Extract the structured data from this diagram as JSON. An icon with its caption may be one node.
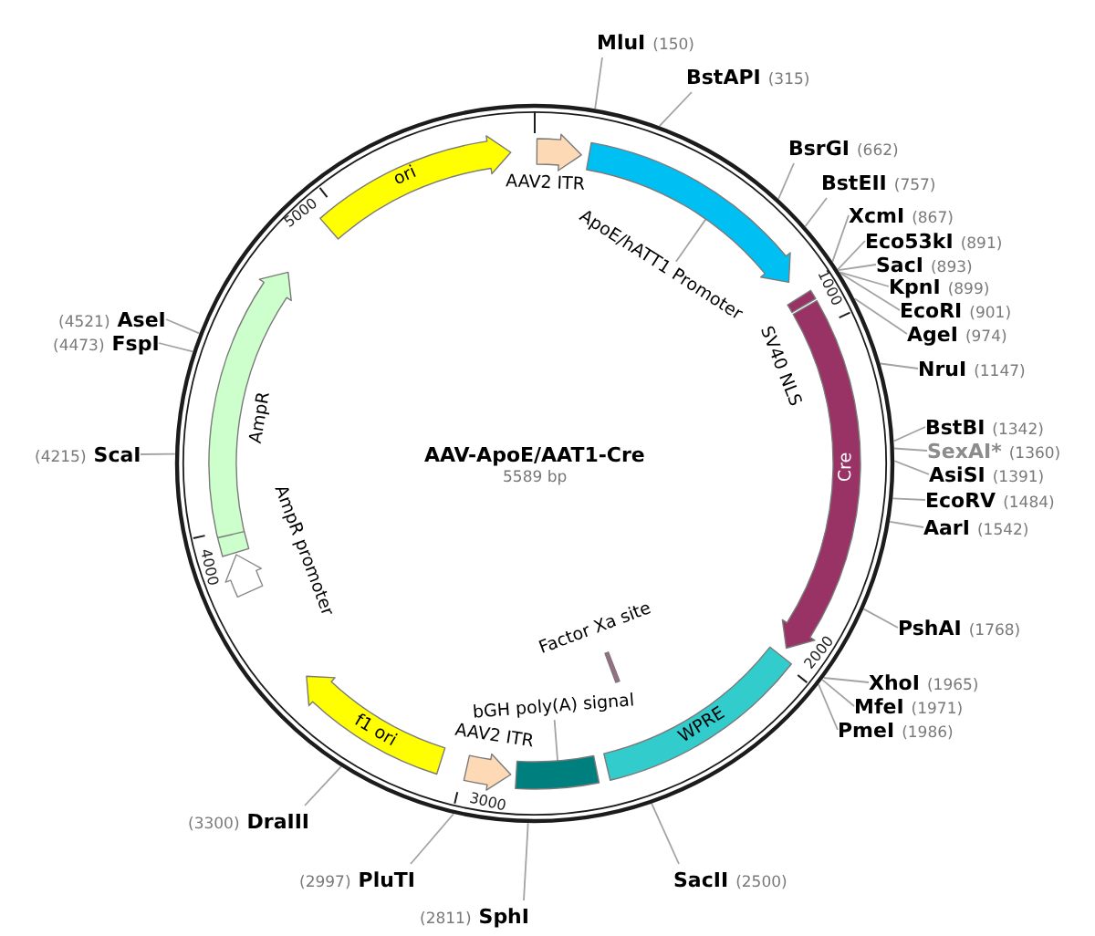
{
  "diagram": {
    "title": "AAV-ApoE/AAT1-Cre",
    "nodes": [
      {
        "text": [],
        "shape": "circle"
      },
      {
        "text": [
          "AAV2 ITR"
        ],
        "in": 0
      },
      {
        "text": [
          "ApoE/hATT1 Promoter"
        ],
        "in": 0
      },
      {
        "text": [],
        "shape": "arrow",
        "in": 0
      },
      {
        "text": [
          "SV40 NLS"
        ],
        "in": 0
      },
      {
        "text": [
          "Cre"
        ],
        "in": 0
      },
      {
        "text": [
          "Factor Xa site"
        ],
        "in": 0
      },
      {
        "text": [
          "WPRE"
        ],
        "in": 0
      },
      {
        "text": [
          "bGH poly(A) signal"
        ],
        "in": 0
      },
      {
        "text": [],
        "shape": "box",
        "in": 0
      },
      {
        "text": [
          "AAV2 ITR"
        ],
        "in": 0
      },
      {
        "text": [
          "f1 ori"
        ],
        "in": 0
      },
      {
        "text": [
          "AmpR promoter"
        ],
        "in": 0
      },
      {
        "text": [
          "AmpR"
        ],
        "in": 0
      },
      {
        "text": [
          "ori"
        ],
        "in": 0
      },
      {
        "text": [
          "MluI",
          "(150)"
        ]
      },
      {
        "text": [
          "BstAPI",
          "(315)"
        ]
      },
      {
        "text": [
          "BsrGI",
          "(662)"
        ]
      },
      {
        "text": [
          "BstEII",
          "(757)"
        ]
      },
      {
        "text": [
          "XcmI",
          "(867)"
        ]
      },
      {
        "text": [
          "Eco53kI",
          "(891)"
        ]
      },
      {
        "text": [
          "SacI",
          "(893)"
        ]
      },
      {
        "text": [
          "KpnI",
          "(899)"
        ]
      },
      {
        "text": [
          "EcoRI",
          "(901)"
        ]
      },
      {
        "text": [
          "AgeI",
          "(974)"
        ]
      },
      {
        "text": [
          "NruI",
          "(1147)"
        ]
      },
      {
        "text": [
          "BstBI",
          "(1342)"
        ]
      },
      {
        "text": [
          "SexAI*",
          "(1360)"
        ]
      },
      {
        "text": [
          "AsiSI",
          "(1391)"
        ]
      },
      {
        "text": [
          "EcoRV",
          "(1484)"
        ]
      },
      {
        "text": [
          "AarI",
          "(1542)"
        ]
      },
      {
        "text": [
          "PshAI",
          "(1768)"
        ]
      },
      {
        "text": [
          "XhoI",
          "(1965)"
        ]
      },
      {
        "text": [
          "MfeI",
          "(1971)"
        ]
      },
      {
        "text": [
          "PmeI",
          "(1986)"
        ]
      },
      {
        "text": [
          "SacII",
          "(2500)"
        ]
      },
      {
        "text": [
          "(2811)",
          "SphI"
        ]
      },
      {
        "text": [
          "(2997)",
          "PluTI"
        ]
      },
      {
        "text": [
          "(3300)",
          "DraIII"
        ]
      },
      {
        "text": [
          "(4215)",
          "ScaI"
        ]
      },
      {
        "text": [
          "(4473)",
          "FspI"
        ]
      },
      {
        "text": [
          "(4521)",
          "AseI"
        ]
      }
    ],
    "edges": [
      {
        "from": 2,
        "to": 3,
        "arrow": "none"
      },
      {
        "from": 8,
        "to": 9,
        "arrow": "none"
      },
      {
        "from": 15,
        "to": 0,
        "arrow": "none"
      },
      {
        "from": 16,
        "to": 0,
        "arrow": "none"
      },
      {
        "from": 17,
        "to": 0,
        "arrow": "none"
      },
      {
        "from": 18,
        "to": 0,
        "arrow": "none"
      },
      {
        "from": 19,
        "to": 0,
        "arrow": "none"
      },
      {
        "from": 20,
        "to": 0,
        "arrow": "none"
      },
      {
        "from": 21,
        "to": 0,
        "arrow": "none"
      },
      {
        "from": 22,
        "to": 0,
        "arrow": "none"
      },
      {
        "from": 23,
        "to": 0,
        "arrow": "none"
      },
      {
        "from": 24,
        "to": 0,
        "arrow": "none"
      },
      {
        "from": 25,
        "to": 0,
        "arrow": "none"
      },
      {
        "from": 26,
        "to": 0,
        "arrow": "none"
      },
      {
        "from": 27,
        "to": 0,
        "arrow": "none"
      },
      {
        "from": 28,
        "to": 0,
        "arrow": "none"
      },
      {
        "from": 29,
        "to": 0,
        "arrow": "none"
      },
      {
        "from": 30,
        "to": 0,
        "arrow": "none"
      },
      {
        "from": 31,
        "to": 0,
        "arrow": "none"
      },
      {
        "from": 32,
        "to": 0,
        "arrow": "none"
      },
      {
        "from": 33,
        "to": 0,
        "arrow": "none"
      },
      {
        "from": 34,
        "to": 0,
        "arrow": "none"
      },
      {
        "from": 35,
        "to": 0,
        "arrow": "none"
      },
      {
        "from": 36,
        "to": 0,
        "arrow": "none"
      },
      {
        "from": 37,
        "to": 0,
        "arrow": "none"
      },
      {
        "from": 38,
        "to": 0,
        "arrow": "none"
      },
      {
        "from": 39,
        "to": 0,
        "arrow": "none"
      },
      {
        "from": 40,
        "to": 0,
        "arrow": "none"
      },
      {
        "from": 41,
        "to": 0,
        "arrow": "none"
      }
    ],
    "labels": [
      "5589 bp",
      "1000",
      "2000",
      "3000",
      "4000",
      "5000"
    ]
  }
}
